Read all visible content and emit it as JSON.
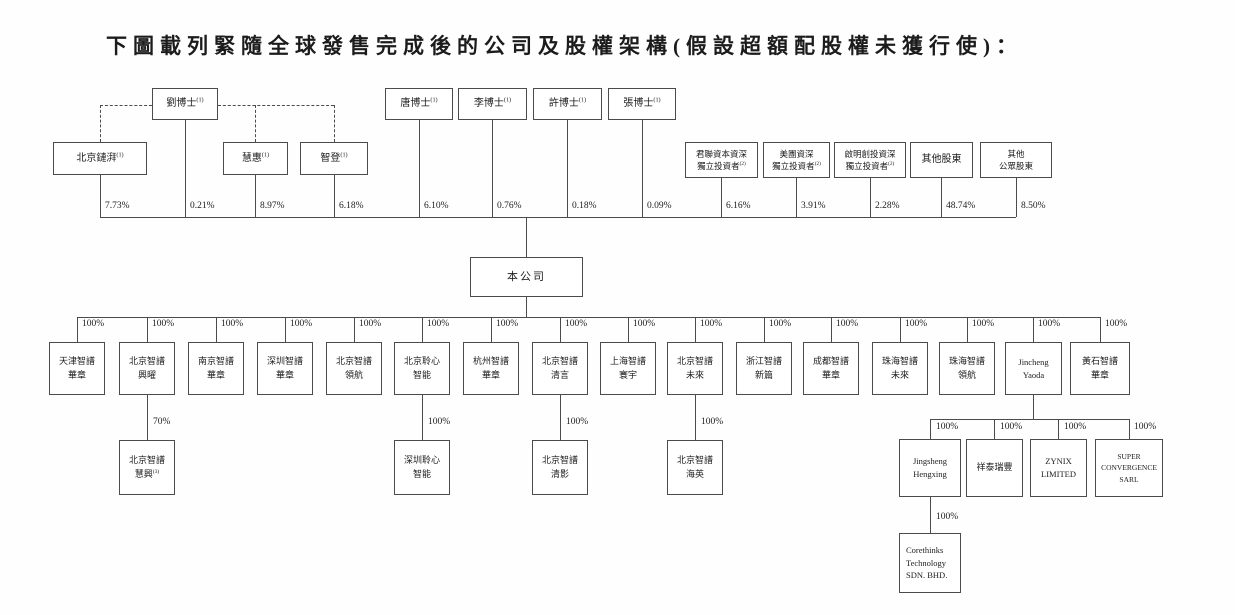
{
  "title": "下圖載列緊隨全球發售完成後的公司及股權架構(假設超額配股權未獲行使)：",
  "company": {
    "label": "本公司"
  },
  "shareholders": [
    {
      "label": "北京鏈湃",
      "note": "(1)",
      "pct": "7.73%"
    },
    {
      "label": "劉博士",
      "note": "(1)",
      "pct": "0.21%"
    },
    {
      "label": "慧惠",
      "note": "(1)",
      "pct": "8.97%"
    },
    {
      "label": "智登",
      "note": "(1)",
      "pct": "6.18%"
    },
    {
      "label": "唐博士",
      "note": "(1)",
      "pct": "6.10%"
    },
    {
      "label": "李博士",
      "note": "(1)",
      "pct": "0.76%"
    },
    {
      "label": "許博士",
      "note": "(1)",
      "pct": "0.18%"
    },
    {
      "label": "張博士",
      "note": "(1)",
      "pct": "0.09%"
    },
    {
      "label": "君聯資本資深\n獨立投資者",
      "note": "(2)",
      "pct": "6.16%"
    },
    {
      "label": "美團資深\n獨立投資者",
      "note": "(2)",
      "pct": "3.91%"
    },
    {
      "label": "啟明創投資深\n獨立投資者",
      "note": "(2)",
      "pct": "2.28%"
    },
    {
      "label": "其他股東",
      "pct": "48.74%"
    },
    {
      "label": "其他\n公眾股東",
      "pct": "8.50%"
    }
  ],
  "subsidiaries": [
    {
      "label": "天津智譜\n華章",
      "pct": "100%"
    },
    {
      "label": "北京智譜\n興曜",
      "pct": "100%"
    },
    {
      "label": "南京智譜\n華章",
      "pct": "100%"
    },
    {
      "label": "深圳智譜\n華章",
      "pct": "100%"
    },
    {
      "label": "北京智譜\n領航",
      "pct": "100%"
    },
    {
      "label": "北京聆心\n智能",
      "pct": "100%"
    },
    {
      "label": "杭州智譜\n華章",
      "pct": "100%"
    },
    {
      "label": "北京智譜\n清言",
      "pct": "100%"
    },
    {
      "label": "上海智譜\n寰宇",
      "pct": "100%"
    },
    {
      "label": "北京智譜\n未來",
      "pct": "100%"
    },
    {
      "label": "浙江智譜\n新篇",
      "pct": "100%"
    },
    {
      "label": "成都智譜\n華章",
      "pct": "100%"
    },
    {
      "label": "珠海智譜\n未來",
      "pct": "100%"
    },
    {
      "label": "珠海智譜\n領航",
      "pct": "100%"
    },
    {
      "label": "Jincheng\nYaoda",
      "pct": "100%"
    },
    {
      "label": "黃石智譜\n華章",
      "pct": "100%"
    }
  ],
  "level3": [
    {
      "label": "北京智譜\n慧興",
      "note": "(3)",
      "pct": "70%"
    },
    {
      "label": "深圳聆心\n智能",
      "pct": "100%"
    },
    {
      "label": "北京智譜\n清影",
      "pct": "100%"
    },
    {
      "label": "北京智譜\n海英",
      "pct": "100%"
    },
    {
      "label": "Jingsheng\nHengxing",
      "pct": "100%"
    },
    {
      "label": "祥泰瑞豐",
      "pct": "100%"
    },
    {
      "label": "ZYNIX\nLIMITED",
      "pct": "100%"
    },
    {
      "label": "SUPER\nCONVERGENCE\nSARL",
      "pct": "100%"
    }
  ],
  "level4": [
    {
      "label": "Corethinks\nTechnology\nSDN. BHD.",
      "pct": "100%"
    }
  ]
}
